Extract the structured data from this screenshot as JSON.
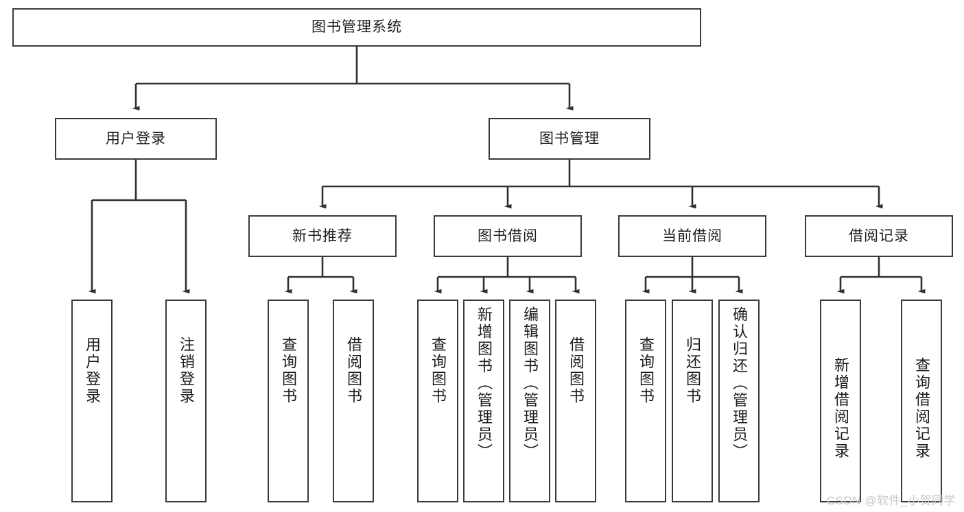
{
  "diagram": {
    "title": "图书管理系统",
    "type": "tree-hierarchy-diagram",
    "colors": {
      "stroke": "#3a3a3a",
      "fill": "#ffffff",
      "text": "#1c1c1c",
      "watermark": "#c9c9c9"
    },
    "levels": {
      "root": {
        "label": "图书管理系统"
      },
      "level2": [
        {
          "label": "用户登录"
        },
        {
          "label": "图书管理"
        }
      ],
      "level3": [
        {
          "label": "新书推荐"
        },
        {
          "label": "图书借阅"
        },
        {
          "label": "当前借阅"
        },
        {
          "label": "借阅记录"
        }
      ],
      "leaves": {
        "user_login": [
          {
            "label": "用户登录"
          },
          {
            "label": "注销登录"
          }
        ],
        "new_book_recommend": [
          {
            "label": "查询图书"
          },
          {
            "label": "借阅图书"
          }
        ],
        "book_borrow": [
          {
            "label": "查询图书"
          },
          {
            "label": "新增图书（管理员）"
          },
          {
            "label": "编辑图书（管理员）"
          },
          {
            "label": "借阅图书"
          }
        ],
        "current_borrow": [
          {
            "label": "查询图书"
          },
          {
            "label": "归还图书"
          },
          {
            "label": "确认归还（管理员）"
          }
        ],
        "borrow_record": [
          {
            "label": "新增借阅记录"
          },
          {
            "label": "查询借阅记录"
          }
        ]
      }
    },
    "watermark": "CSDN @软件_小贺同学"
  }
}
